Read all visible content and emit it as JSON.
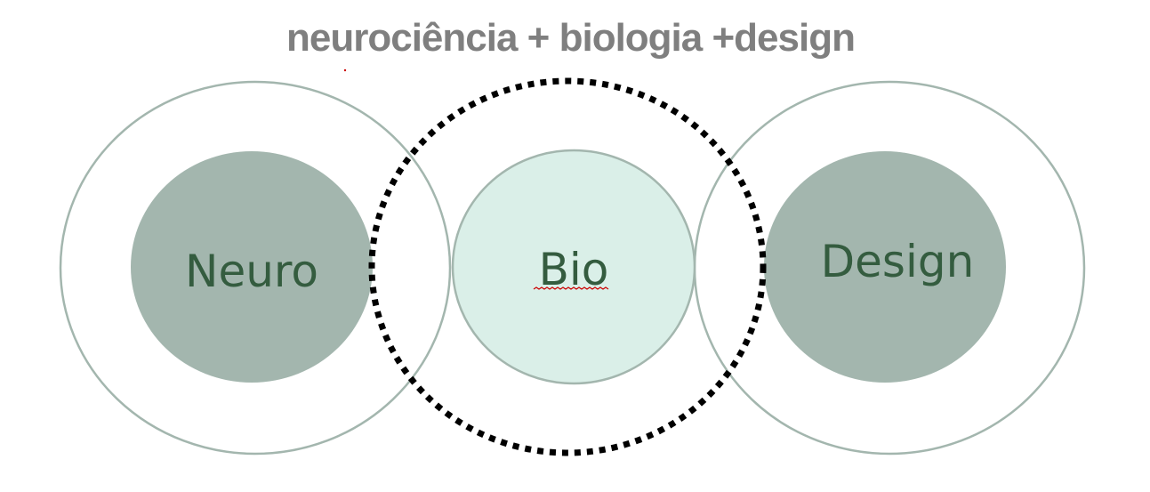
{
  "title": "neurociência + biologia +design",
  "nodes": {
    "neuro": {
      "label": "Neuro"
    },
    "bio": {
      "label": "Bio"
    },
    "design": {
      "label": "Design"
    }
  },
  "colors": {
    "title": "#7f7f7f",
    "outer_ring": "#a3b6ae",
    "dark_fill": "#a3b6ae",
    "light_fill": "#daefe8",
    "label_text": "#345c3f",
    "dotted_ring": "#000000",
    "spell_underline": "#cc0000"
  }
}
